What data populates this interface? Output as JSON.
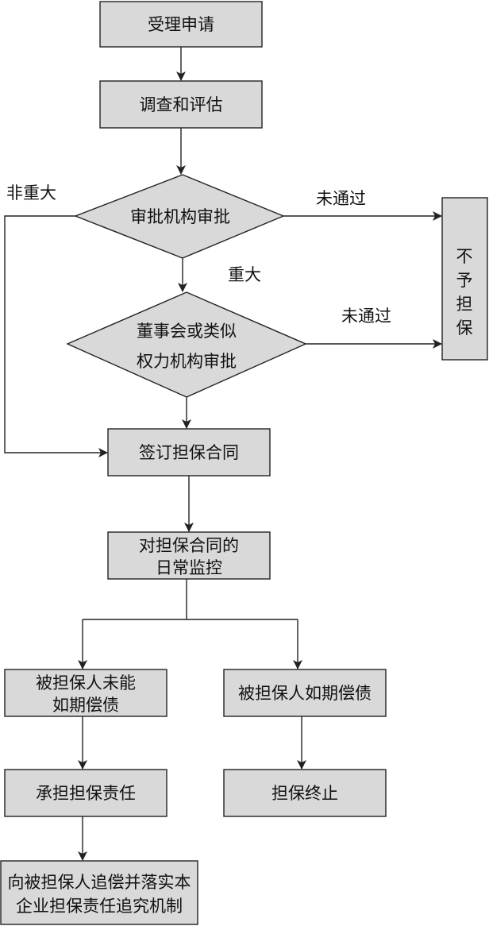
{
  "nodes": {
    "accept_application": "受理申请",
    "investigate_assess": "调查和评估",
    "approval_agency_review": "审批机构审批",
    "board_review_line1": "董事会或类似",
    "board_review_line2": "权力机构审批",
    "no_guarantee": [
      "不",
      "予",
      "担",
      "保"
    ],
    "sign_contract": "签订担保合同",
    "daily_monitor_line1": "对担保合同的",
    "daily_monitor_line2": "日常监控",
    "fail_to_repay_line1": "被担保人未能",
    "fail_to_repay_line2": "如期偿债",
    "repay_on_time": "被担保人如期偿债",
    "bear_liability": "承担担保责任",
    "guarantee_end": "担保终止",
    "recourse_line1": "向被担保人追偿并落实本",
    "recourse_line2": "企业担保责任追究机制"
  },
  "edge_labels": {
    "not_major": "非重大",
    "major": "重大",
    "rejected_1": "未通过",
    "rejected_2": "未通过"
  }
}
